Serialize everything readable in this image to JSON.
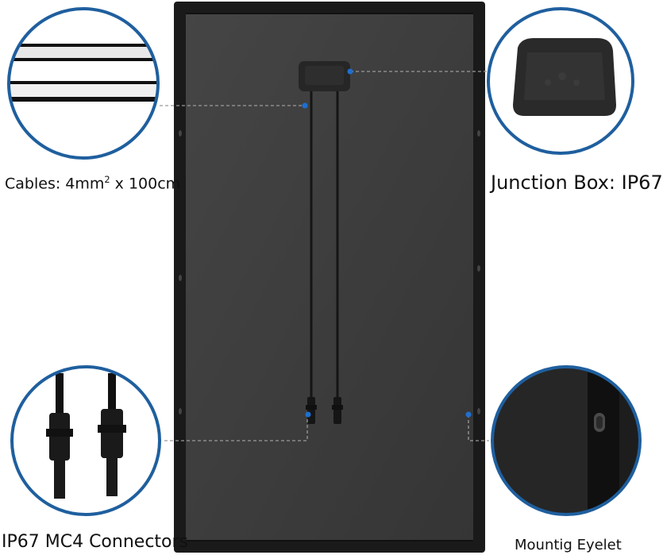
{
  "callouts": {
    "cables": {
      "text_before": "Cables: 4mm",
      "superscript": "2",
      "text_after": " x 100cm"
    },
    "junction_box": {
      "text": "Junction Box: IP67"
    },
    "connectors": {
      "text": "IP67 MC4 Connectors"
    },
    "eyelet": {
      "text": "Mountig Eyelet"
    }
  },
  "colors": {
    "panel_frame": "#1a1a1a",
    "panel_backsheet": "#3d3d3d",
    "callout_ring": "#1f5f9e",
    "marker_dot": "#1e6fd0",
    "leader_line": "#9a9a9a"
  }
}
